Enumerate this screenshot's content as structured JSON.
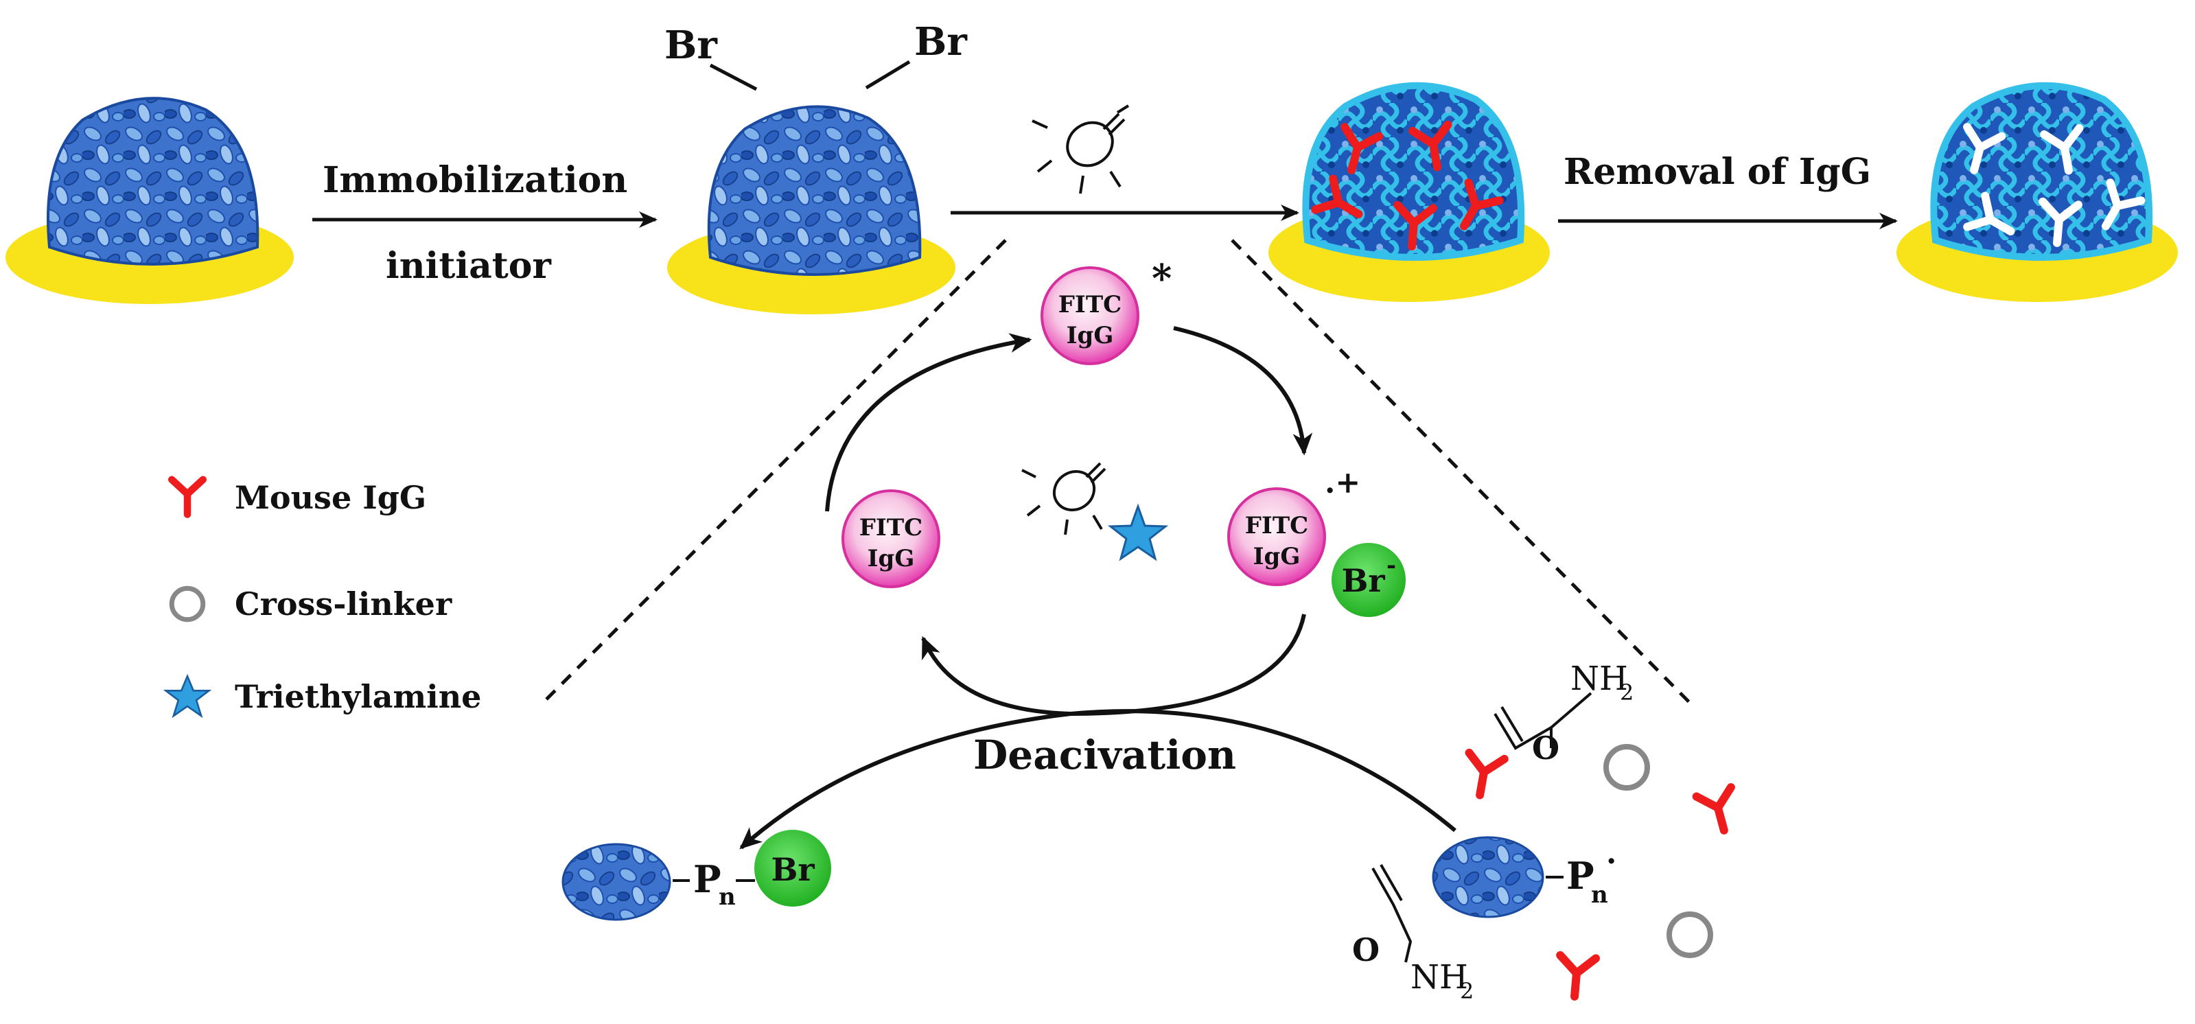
{
  "labels": {
    "immobilization": "Immobilization",
    "initiator": "initiator",
    "removal": "Removal of IgG",
    "br_left": "Br",
    "br_right": "Br",
    "deactivation": "Deacivation",
    "fitc": "FITC",
    "igg": "IgG",
    "excited_mark": "*",
    "radical_cation": ".+",
    "br_anion": "Br",
    "anion_sign": "-",
    "polymer_p": "P",
    "polymer_n": "n",
    "polymer_dot": ".",
    "nh2_top": "NH",
    "nh2_top_sub": "2",
    "nh2_bottom": "NH",
    "nh2_bottom_sub": "2",
    "o_top": "O",
    "o_bottom": "O",
    "br_end": "Br"
  },
  "legend": [
    {
      "label": "Mouse IgG",
      "icon": "antibody-icon"
    },
    {
      "label": "Cross-linker",
      "icon": "ring-icon"
    },
    {
      "label": "Triethylamine",
      "icon": "star-icon"
    }
  ],
  "colors": {
    "substrate": "#f8e21a",
    "protein_dark": "#1f4fae",
    "protein_light": "#7fb2ea",
    "polymer_shell": "#2fb2e0",
    "antibody": "#ee1c1c",
    "fitc_sphere": "#e63fb0",
    "bromide": "#2ec72e",
    "star": "#2f9fe0"
  }
}
